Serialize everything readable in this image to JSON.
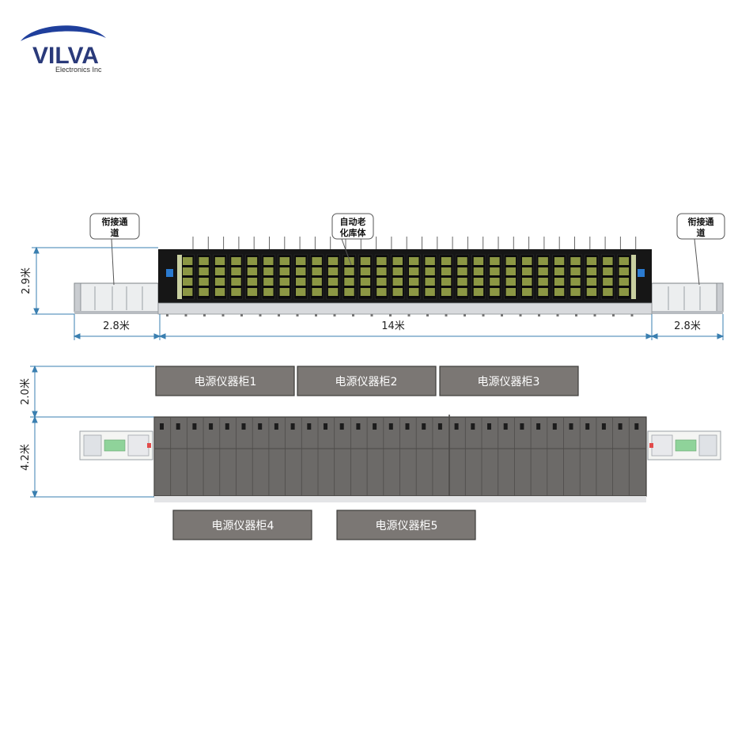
{
  "logo": {
    "brand": "VILVA",
    "tagline": "Electronics Inc",
    "colors": {
      "text": "#2a3a7a",
      "arc": "#1f3f9c"
    }
  },
  "elevation_view": {
    "dimensions": {
      "height": "2.9米",
      "left_width": "2.8米",
      "main_width": "14米",
      "right_width": "2.8米"
    },
    "callouts": {
      "left_passage": [
        "衔接通",
        "道"
      ],
      "aging_chamber": [
        "自动老",
        "化库体"
      ],
      "right_passage": [
        "衔接通",
        "道"
      ]
    },
    "colors": {
      "frame": "#1a1a1a",
      "cell": "#9aa64a",
      "side": "#2b7bd0",
      "dim": "#3a7fb0"
    }
  },
  "plan_view": {
    "dimensions": {
      "cabinet_depth": "2.0米",
      "body_depth": "4.2米"
    },
    "cabinets_top": [
      "电源仪器柜1",
      "电源仪器柜2",
      "电源仪器柜3"
    ],
    "cabinets_bottom": [
      "电源仪器柜4",
      "电源仪器柜5"
    ],
    "colors": {
      "cabinet_fill": "#7b7774",
      "cabinet_text": "#ffffff",
      "body": "#6c6a68"
    }
  }
}
